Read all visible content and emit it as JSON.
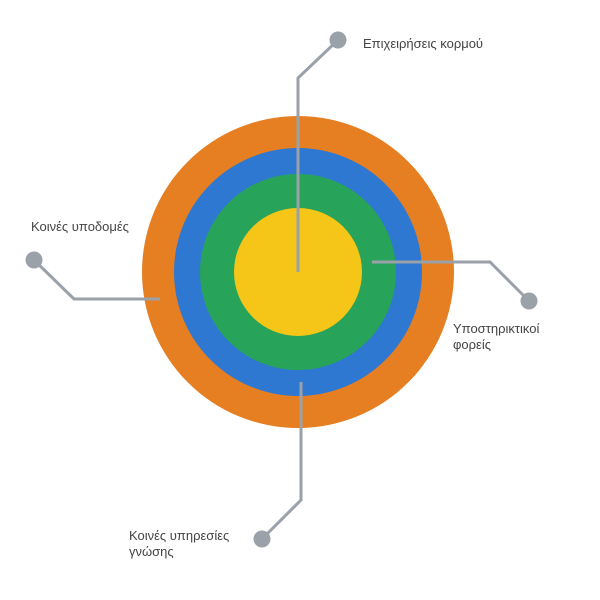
{
  "diagram": {
    "rings": [
      {
        "name": "outer-ring",
        "color": "#E67E22"
      },
      {
        "name": "second-ring",
        "color": "#2F78D1"
      },
      {
        "name": "third-ring",
        "color": "#27A35A"
      },
      {
        "name": "core-circle",
        "color": "#F5C518"
      }
    ],
    "connector_color": "#9AA1A9",
    "label_color": "#444444",
    "labels": {
      "core_business": "Επιχειρήσεις κορμού",
      "shared_infrastructure": "Κοινές υποδομές",
      "support_bodies_line1": "Υποστηρικτικοί",
      "support_bodies_line2": "φορείς",
      "shared_knowledge_line1": "Κοινές υπηρεσίες",
      "shared_knowledge_line2": "γνώσης"
    }
  }
}
